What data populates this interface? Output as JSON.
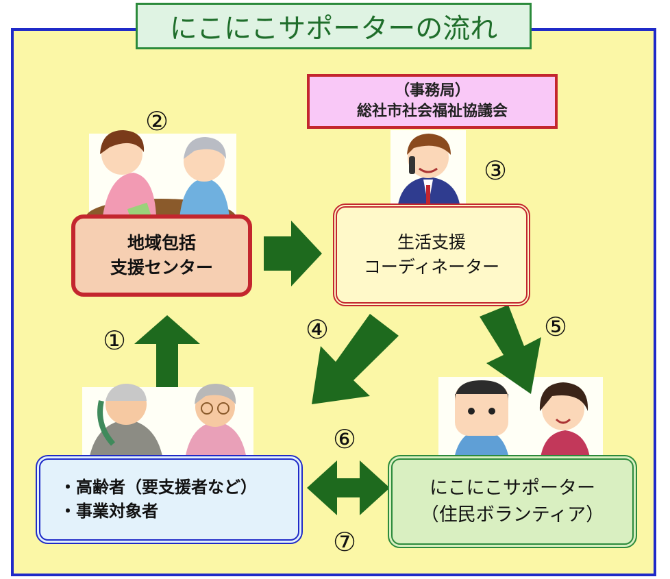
{
  "title": "にこにこサポーターの流れ",
  "office": {
    "line1": "（事務局）",
    "line2": "総社市社会福祉協議会"
  },
  "center": {
    "line1": "地域包括",
    "line2": "支援センター"
  },
  "coordinator": {
    "line1": "生活支援",
    "line2": "コーディネーター"
  },
  "elderly": {
    "line1": "・高齢者（要支援者など）",
    "line2": "・事業対象者"
  },
  "supporter": {
    "line1": "にこにこサポーター",
    "line2": "（住民ボランティア）"
  },
  "steps": {
    "s1": "①",
    "s2": "②",
    "s3": "③",
    "s4": "④",
    "s5": "⑤",
    "s6": "⑥",
    "s7": "⑦"
  },
  "colors": {
    "frame_border": "#1f2ac8",
    "frame_fill": "#fbf7a6",
    "arrow": "#1e6a1e",
    "red_border": "#c3262e",
    "green_border": "#2b8a3b"
  }
}
